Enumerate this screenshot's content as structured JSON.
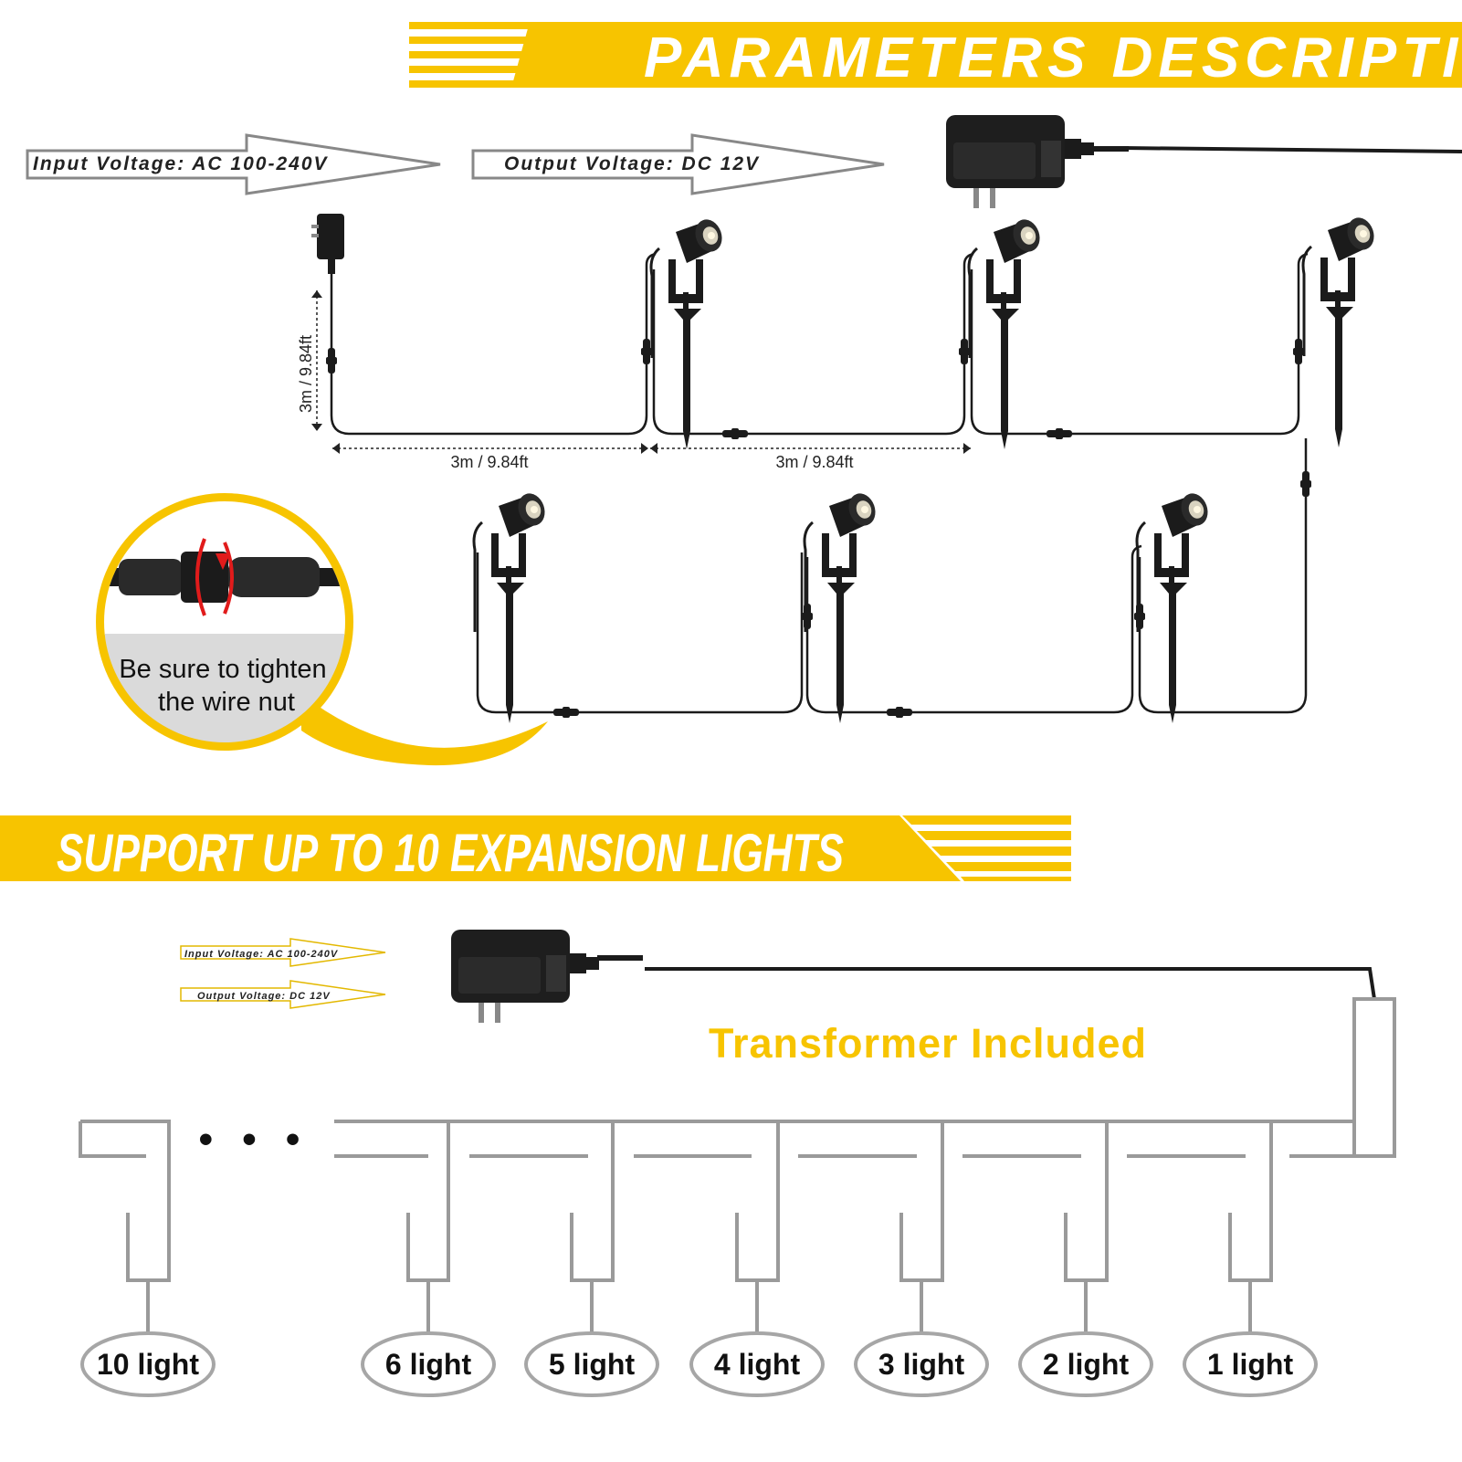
{
  "colors": {
    "accent_yellow": "#f7c400",
    "dark": "#1b1b1b",
    "wire_gray": "#9a9a9a",
    "oval_gray": "#a6a6a6"
  },
  "header": {
    "title": "PARAMETERS DESCRIPTION"
  },
  "top_diagram": {
    "input_voltage": "Input Voltage: AC 100-240V",
    "output_voltage": "Output Voltage: DC 12V",
    "vertical_length": "3m / 9.84ft",
    "horizontal_length_1": "3m / 9.84ft",
    "horizontal_length_2": "3m / 9.84ft",
    "callout_line_1": "Be sure to tighten",
    "callout_line_2": "the wire nut"
  },
  "section2": {
    "title": "SUPPORT UP TO 10 EXPANSION LIGHTS",
    "input_voltage": "Input Voltage: AC 100-240V",
    "output_voltage": "Output Voltage: DC 12V",
    "transformer_label": "Transformer Included",
    "ellipsis": "• • •",
    "lights": [
      "10 light",
      "6 light",
      "5 light",
      "4 light",
      "3 light",
      "2 light",
      "1 light"
    ]
  }
}
